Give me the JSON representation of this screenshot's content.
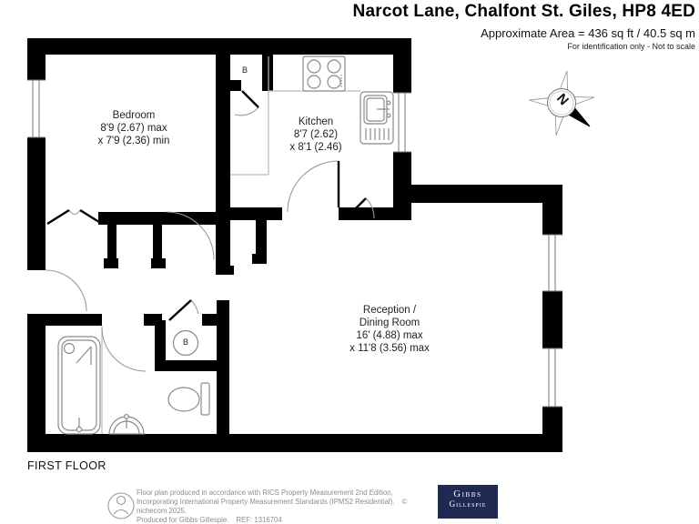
{
  "header": {
    "title": "Narcot Lane, Chalfont St. Giles, HP8 4ED",
    "area_line": "Approximate Area = 436 sq ft / 40.5 sq m",
    "disclaimer": "For identification only - Not to scale"
  },
  "compass": {
    "north_label": "N"
  },
  "rooms": {
    "bedroom": {
      "name": "Bedroom",
      "dim1": "8'9 (2.67) max",
      "dim2": "x 7'9 (2.36) min"
    },
    "kitchen": {
      "name": "Kitchen",
      "dim1": "8'7 (2.62)",
      "dim2": "x 8'1 (2.46)"
    },
    "reception": {
      "name1": "Reception /",
      "name2": "Dining Room",
      "dim1": "16' (4.88) max",
      "dim2": "x 11'8 (3.56) max"
    }
  },
  "labels": {
    "boiler_kitchen": "B",
    "boiler_wc": "B",
    "floor": "FIRST FLOOR"
  },
  "footer": {
    "line1": "Floor plan produced in accordance with RICS Property Measurement 2nd Edition,",
    "line2": "Incorporating International Property Measurement Standards (IPMS2 Residential).",
    "copyright": "© nichecom 2025.",
    "line3a": "Produced for Gibbs Gillespie.",
    "line3b": "REF: 1316704",
    "brand_line1": "Gibbs",
    "brand_line2": "Gillespie"
  },
  "colors": {
    "wall": "#000000",
    "fixture_stroke": "#8a8a8a",
    "arc_stroke": "#9a9a9a",
    "brand_bg": "#1f2a52",
    "brand_fg": "#ffffff",
    "muted_text": "#8c8c8c"
  }
}
